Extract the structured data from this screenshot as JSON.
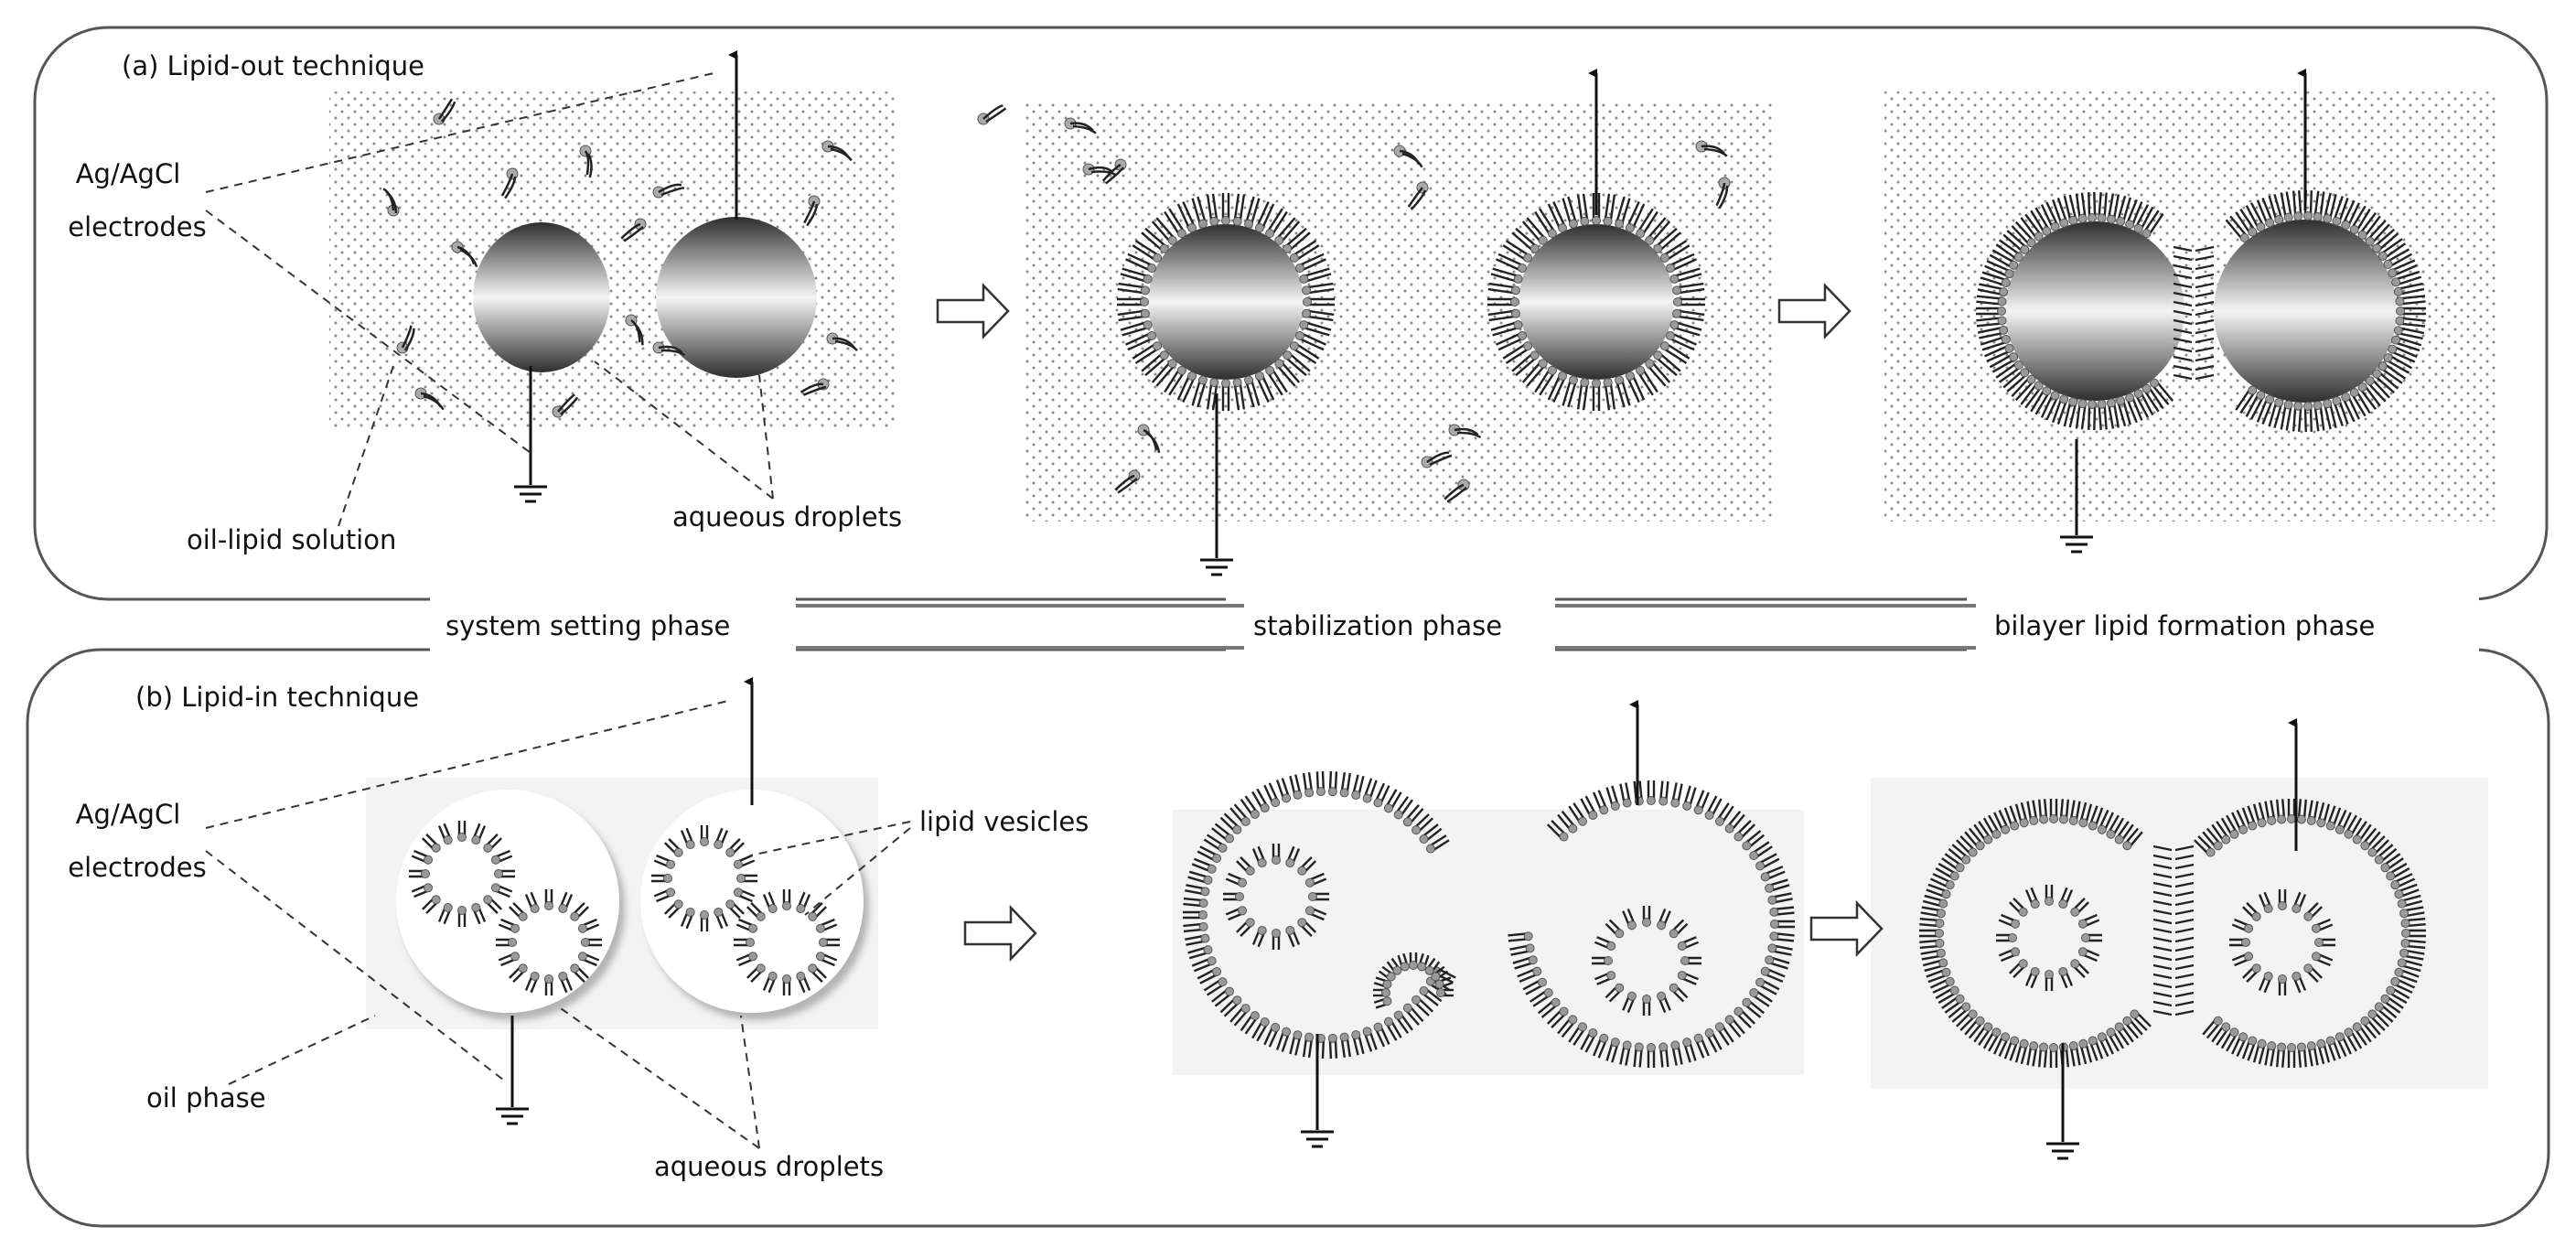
{
  "panel_a": {
    "title": "(a) Lipid-out technique",
    "electrodes_label_line1": "Ag/AgCl",
    "electrodes_label_line2": "electrodes",
    "solution_label": "oil-lipid solution",
    "droplets_label": "aqueous droplets"
  },
  "panel_b": {
    "title": "(b) Lipid-in technique",
    "electrodes_label_line1": "Ag/AgCl",
    "electrodes_label_line2": "electrodes",
    "vesicles_label": "lipid vesicles",
    "oil_label": "oil phase",
    "droplets_label": "aqueous droplets"
  },
  "phases": {
    "setting": "system setting phase",
    "stabilization": "stabilization phase",
    "formation": "bilayer lipid formation phase"
  },
  "colors": {
    "frame": "#555555",
    "droplet_dark": "#3a3a3a",
    "droplet_light": "#f2f2f2",
    "lipid": "#222222",
    "oil_bg": "#f3f3f3"
  }
}
